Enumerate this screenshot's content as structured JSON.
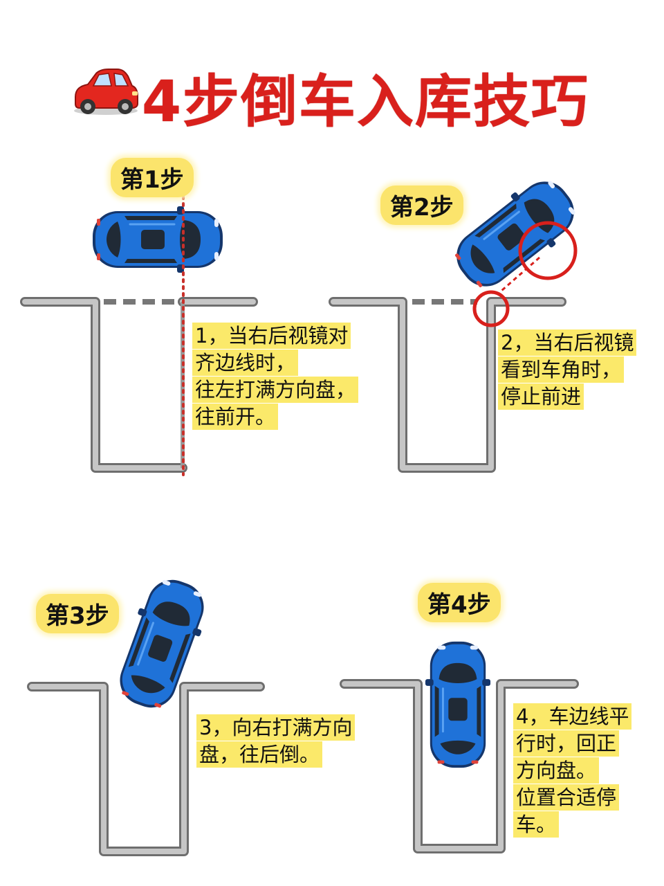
{
  "title": "4步倒车入库技巧",
  "steps": [
    {
      "badge": "第1步",
      "lines": [
        "1，当右后视镜对",
        "齐边线时，",
        "往左打满方向盘，",
        "往前开。"
      ]
    },
    {
      "badge": "第2步",
      "lines": [
        "2，当右后视镜",
        "看到车角时，",
        "停止前进"
      ]
    },
    {
      "badge": "第3步",
      "lines": [
        "3，向右打满方向",
        "盘，往后倒。"
      ]
    },
    {
      "badge": "第4步",
      "lines": [
        "4，车边线平",
        "行时，回正",
        "方向盘。",
        "位置合适停",
        "车。"
      ]
    }
  ],
  "colors": {
    "title": "#d9201c",
    "car_body": "#1f72d8",
    "highlight": "#fbe96a",
    "guide_line": "#c8302a",
    "parking_line": "#9a9a9a"
  },
  "icons": {
    "title_icon": "red-car-icon"
  }
}
